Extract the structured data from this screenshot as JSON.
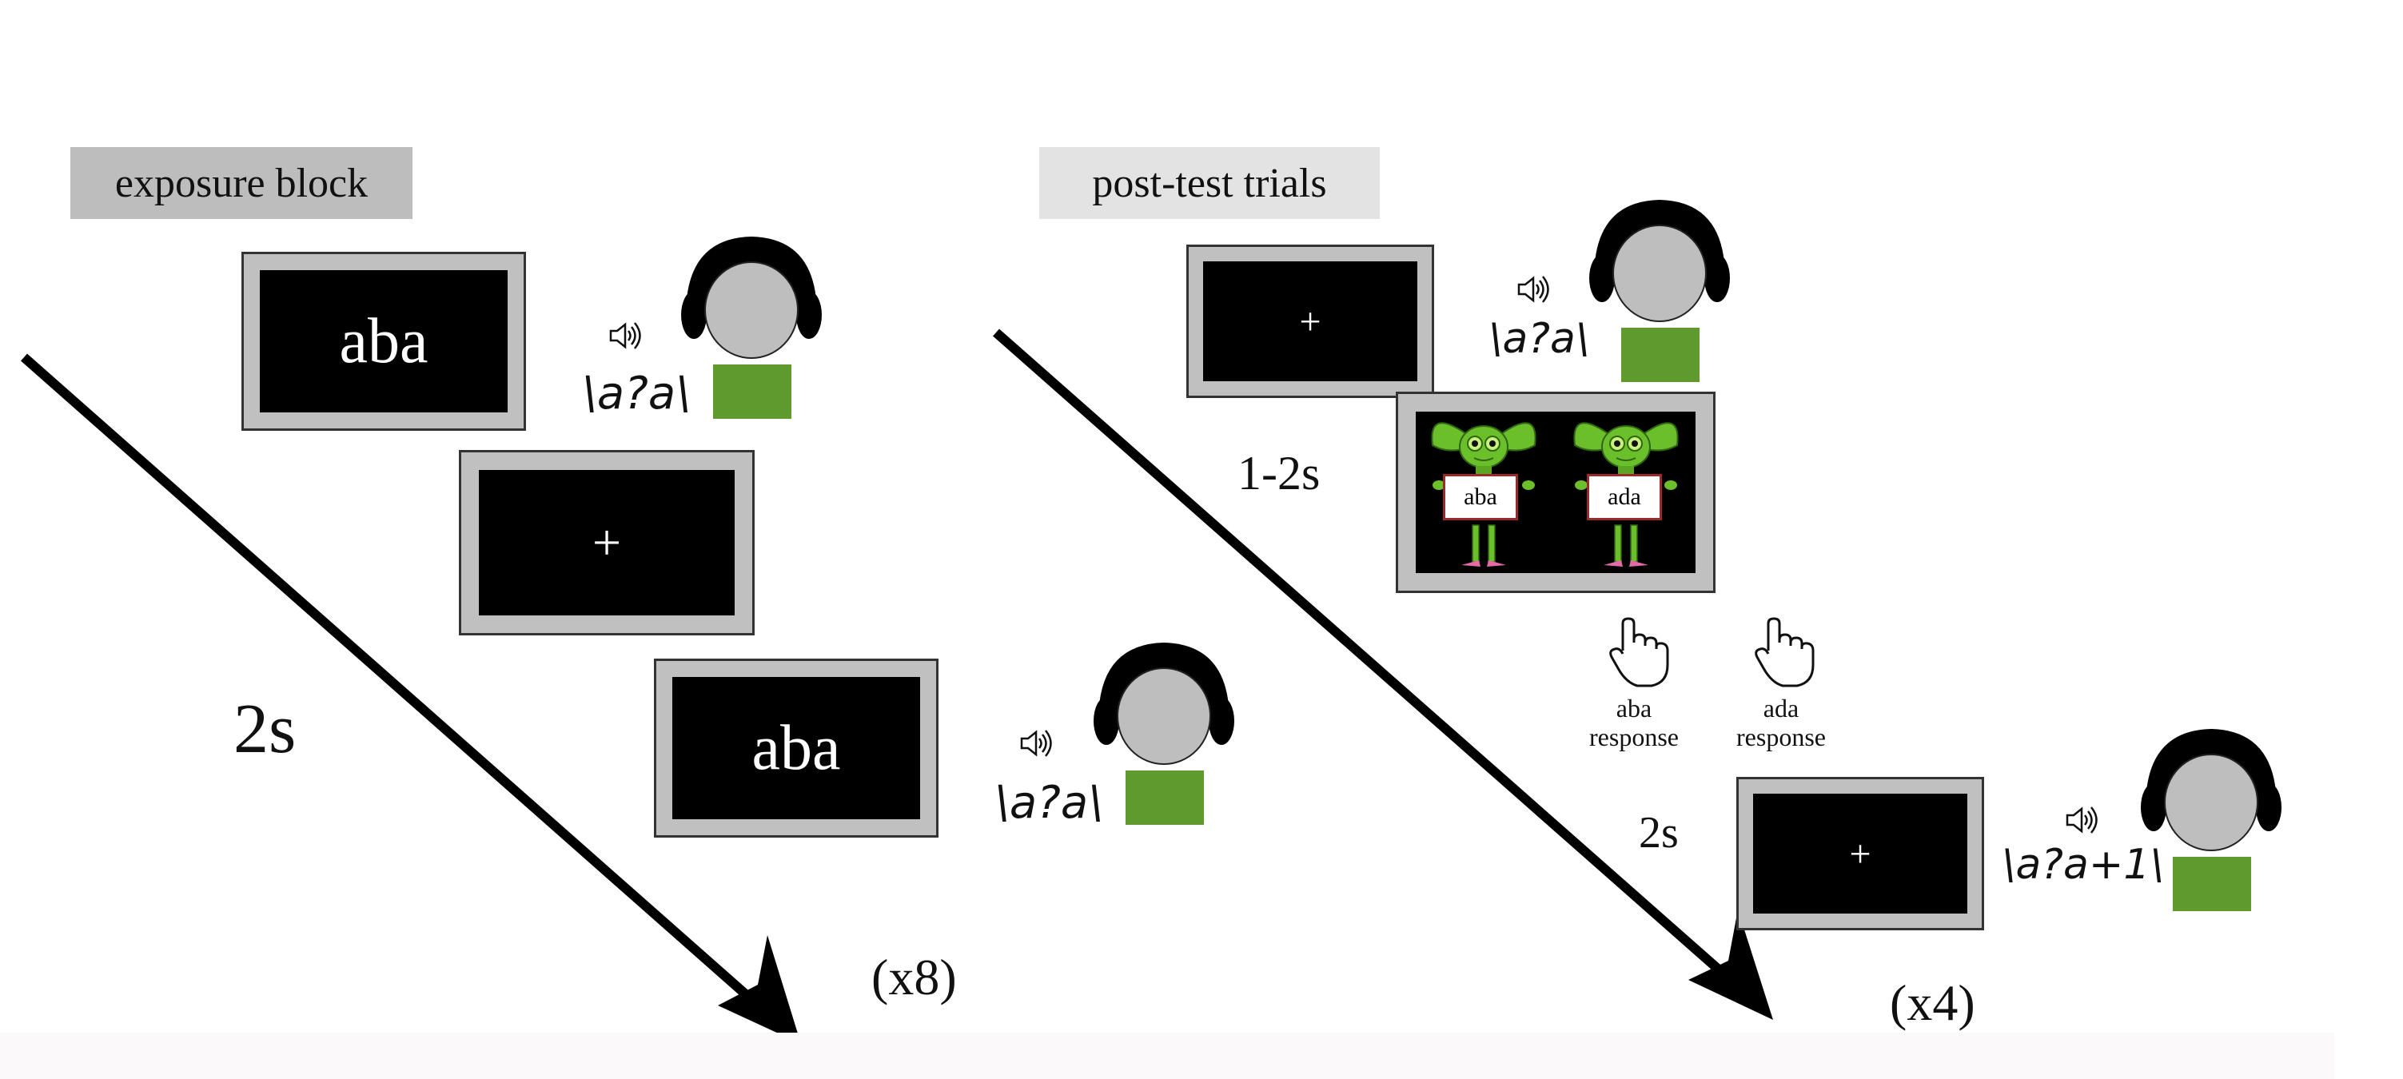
{
  "colors": {
    "exposure_label_bg": "#bdbdbd",
    "posttest_label_bg": "#e3e3e3",
    "screen_frame": "#c0c0c0",
    "screen_inner": "#000000",
    "shirt": "#5e9a2e",
    "head": "#bebebe",
    "headphones": "#000000",
    "alien_green": "#6bbf2a"
  },
  "exposure": {
    "label": "exposure block",
    "screen1_text": "aba",
    "screen2_text": "+",
    "screen3_text": "aba",
    "audio1": "\\a?a\\",
    "audio2": "\\a?a\\",
    "duration": "2s",
    "repeat": "(x8)"
  },
  "posttest": {
    "label": "post-test trials",
    "screen1_text": "+",
    "audio1": "\\a?a\\",
    "isi": "1-2s",
    "choice_left": "aba",
    "choice_right": "ada",
    "response_left_line1": "aba",
    "response_left_line2": "response",
    "response_right_line1": "ada",
    "response_right_line2": "response",
    "feedback_delay": "2s",
    "screen3_text": "+",
    "audio2": "\\a?a+1\\",
    "repeat": "(x4)"
  },
  "icons": [
    "speaker-icon",
    "listener-icon",
    "pointing-hand-icon",
    "alien-icon",
    "time-arrow-icon"
  ]
}
